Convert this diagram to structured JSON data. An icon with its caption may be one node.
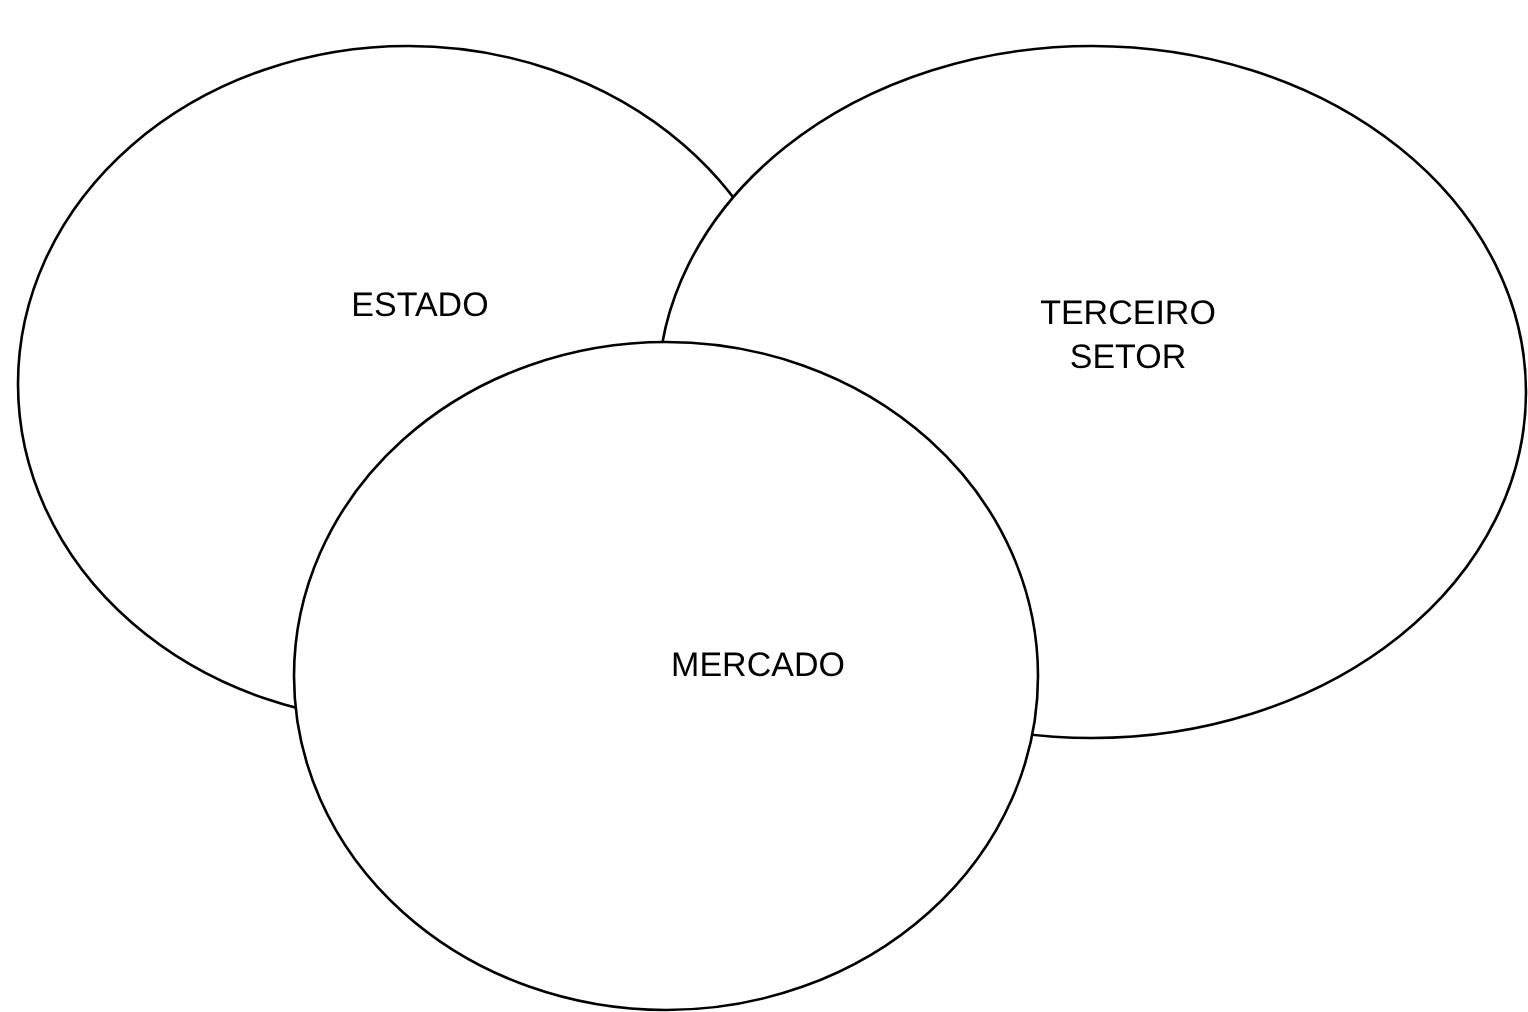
{
  "diagram": {
    "nodes": [
      {
        "text": [
          "ESTADO"
        ]
      },
      {
        "text": [
          "TERCEIRO SETOR"
        ]
      },
      {
        "text": [
          "MERCADO"
        ]
      }
    ]
  }
}
